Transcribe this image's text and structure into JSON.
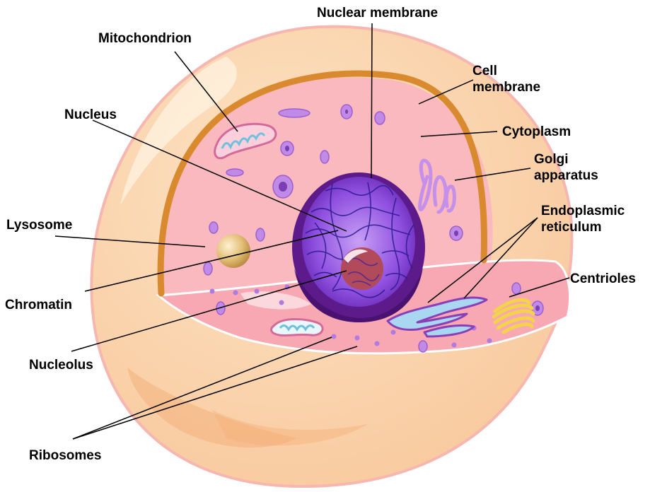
{
  "labels": {
    "nuclear_membrane": "Nuclear membrane",
    "mitochondrion": "Mitochondrion",
    "cell_membrane_1": "Cell",
    "cell_membrane_2": "membrane",
    "nucleus": "Nucleus",
    "cytoplasm": "Cytoplasm",
    "golgi_1": "Golgi",
    "golgi_2": "apparatus",
    "er_1": "Endoplasmic",
    "er_2": "reticulum",
    "lysosome": "Lysosome",
    "centrioles": "Centrioles",
    "chromatin": "Chromatin",
    "nucleolus": "Nucleolus",
    "ribosomes": "Ribosomes"
  },
  "colors": {
    "outer_cell": "#fbd7b0",
    "cell_membrane": "#d98a2e",
    "cytoplasm": "#f9b6bd",
    "nuclear_membrane": "#5d1a8b",
    "nucleoplasm": "#9b59e6",
    "nucleolus": "#b14a5b",
    "organelle_purple": "#c08ae6",
    "mitochondria_inner": "#8fd3e8",
    "er": "#a9d6f0",
    "centrioles": "#f3d34a",
    "lysosome": "#e0b96a"
  }
}
